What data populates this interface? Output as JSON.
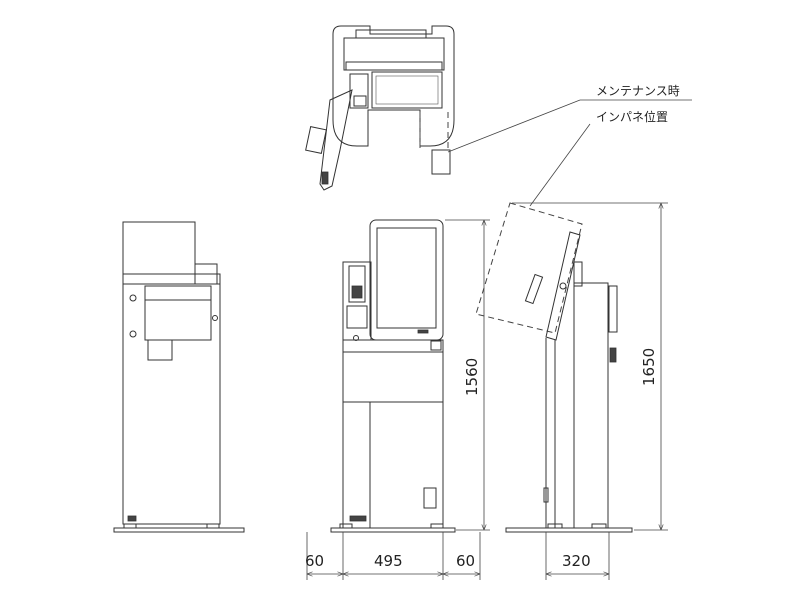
{
  "annotations": {
    "line1": "メンテナンス時",
    "line2": "インパネ位置"
  },
  "dimensions": {
    "left_margin": "60",
    "front_width": "495",
    "right_margin": "60",
    "side_depth": "320",
    "front_height": "1560",
    "max_height": "1650"
  },
  "colors": {
    "line": "#333333",
    "background": "#ffffff"
  }
}
